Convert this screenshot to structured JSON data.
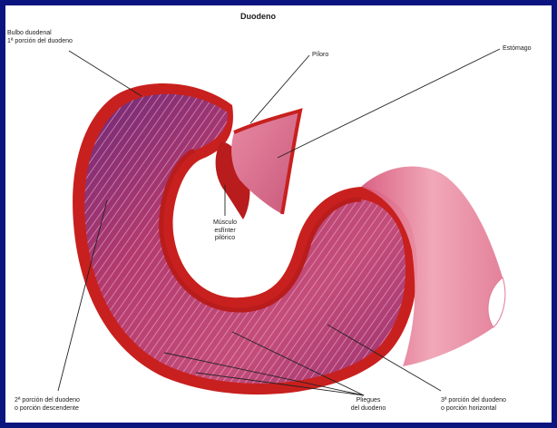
{
  "title": "Duodeno",
  "labels": {
    "bulbo": [
      "Bulbo duodenal",
      "1ª porción del duodeno"
    ],
    "piloro": [
      "Píloro"
    ],
    "estomago": [
      "Estómago"
    ],
    "musculo": [
      "Músculo",
      "esfínter",
      "pilórico"
    ],
    "segunda": [
      "2ª porción del duodeno",
      "o porción descendente"
    ],
    "pliegues": [
      "Pliegues",
      "del duodeno"
    ],
    "tercera": [
      "3ª porción del duodeno",
      "o porción horizontal"
    ]
  },
  "colors": {
    "border": "#0b1580",
    "background": "#ffffff",
    "wall": "#c8201e",
    "mucosa": "#b8336a",
    "fold_line": "#f4c6d8",
    "lumen_band": "#e57b94",
    "stomach": "#d96a8a",
    "leader_line": "#222222"
  }
}
